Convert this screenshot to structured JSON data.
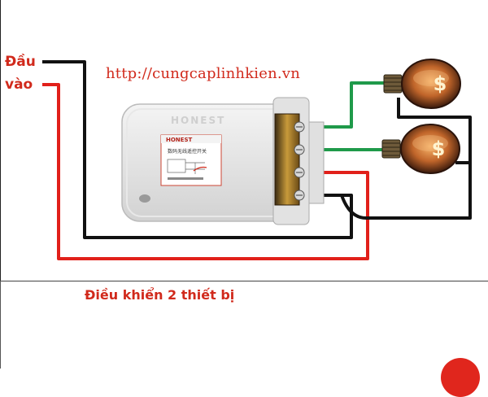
{
  "labels": {
    "input_line1": "Đầu",
    "input_line2": "vào",
    "website": "http://cungcaplinhkien.vn",
    "caption": "Điều khiển 2 thiết bị"
  },
  "device": {
    "brand_embossed": "HONEST",
    "brand_label": "HONEST",
    "model_text": "数码无线遥控开关"
  },
  "bulbs": [
    {
      "symbol": "$"
    },
    {
      "symbol": "$"
    }
  ],
  "colors": {
    "live_wire": "#e1201a",
    "neutral_wire": "#111111",
    "output_wire": "#1f9a4a",
    "text_red": "#d12a1c",
    "bulb_glow": "#d8792a"
  }
}
